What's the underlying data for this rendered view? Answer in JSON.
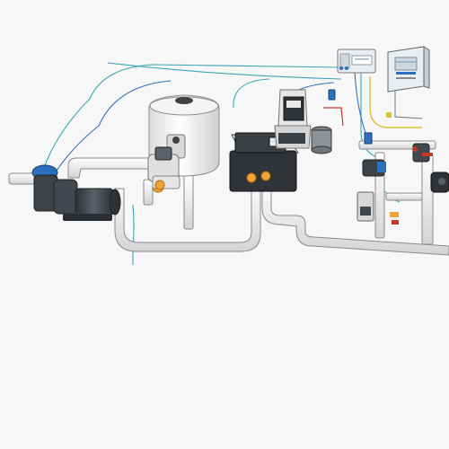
{
  "diagram": {
    "background": "#f7f7f7",
    "colors": {
      "pipe": "#e6e6e6",
      "pipe_edge": "#8a8a8a",
      "cable_teal": "#3aa6b5",
      "cable_blue": "#2c6fbf",
      "cable_yellow": "#d8c23a",
      "cable_red": "#c0392b",
      "metal_dark": "#3d4247",
      "orange": "#f0a53a",
      "panel": "#e9eef2"
    },
    "components": [
      {
        "id": "pump",
        "icon": "pool-pump-icon"
      },
      {
        "id": "sand-filter",
        "icon": "sand-filter-tank-icon"
      },
      {
        "id": "multiport-valve",
        "icon": "multiport-valve-icon"
      },
      {
        "id": "heat-pump",
        "icon": "heat-pump-unit-icon"
      },
      {
        "id": "handcart-controller",
        "icon": "control-unit-icon"
      },
      {
        "id": "chemical-canister",
        "icon": "chemical-tank-icon"
      },
      {
        "id": "wall-control-box",
        "icon": "wall-control-box-icon"
      },
      {
        "id": "electrical-panel",
        "icon": "electrical-panel-icon"
      },
      {
        "id": "dosing-pumps",
        "icon": "dosing-pump-icon"
      },
      {
        "id": "probe-holder",
        "icon": "probe-holder-icon"
      }
    ]
  }
}
